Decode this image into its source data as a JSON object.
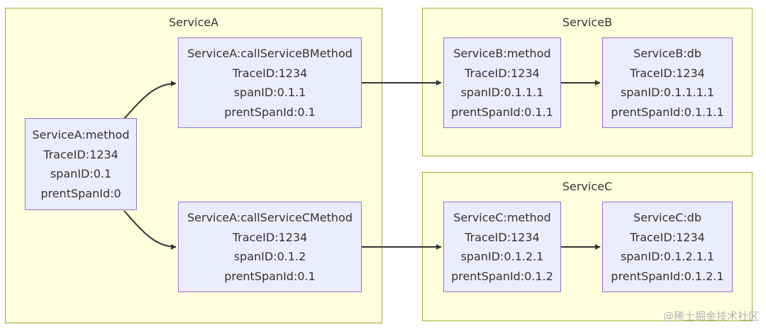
{
  "clusters": {
    "a": {
      "title": "ServiceA"
    },
    "b": {
      "title": "ServiceB"
    },
    "c": {
      "title": "ServiceC"
    }
  },
  "nodes": {
    "a_method": [
      "ServiceA:method",
      "TraceID:1234",
      "spanID:0.1",
      "prentSpanId:0"
    ],
    "a_callB": [
      "ServiceA:callServiceBMethod",
      "TraceID:1234",
      "spanID:0.1.1",
      "prentSpanId:0.1"
    ],
    "a_callC": [
      "ServiceA:callServiceCMethod",
      "TraceID:1234",
      "spanID:0.1.2",
      "prentSpanId:0.1"
    ],
    "b_method": [
      "ServiceB:method",
      "TraceID:1234",
      "spanID:0.1.1.1",
      "prentSpanId:0.1.1"
    ],
    "b_db": [
      "ServiceB:db",
      "TraceID:1234",
      "spanID:0.1.1.1.1",
      "prentSpanId:0.1.1.1"
    ],
    "c_method": [
      "ServiceC:method",
      "TraceID:1234",
      "spanID:0.1.2.1",
      "prentSpanId:0.1.2"
    ],
    "c_db": [
      "ServiceC:db",
      "TraceID:1234",
      "spanID:0.1.2.1.1",
      "prentSpanId:0.1.2.1"
    ]
  },
  "watermark": "@稀土掘金技术社区",
  "colors": {
    "cluster_fill": "#ffffde",
    "cluster_border": "#aaaa33",
    "node_fill": "#ececff",
    "node_border": "#9370db",
    "edge": "#333333"
  }
}
